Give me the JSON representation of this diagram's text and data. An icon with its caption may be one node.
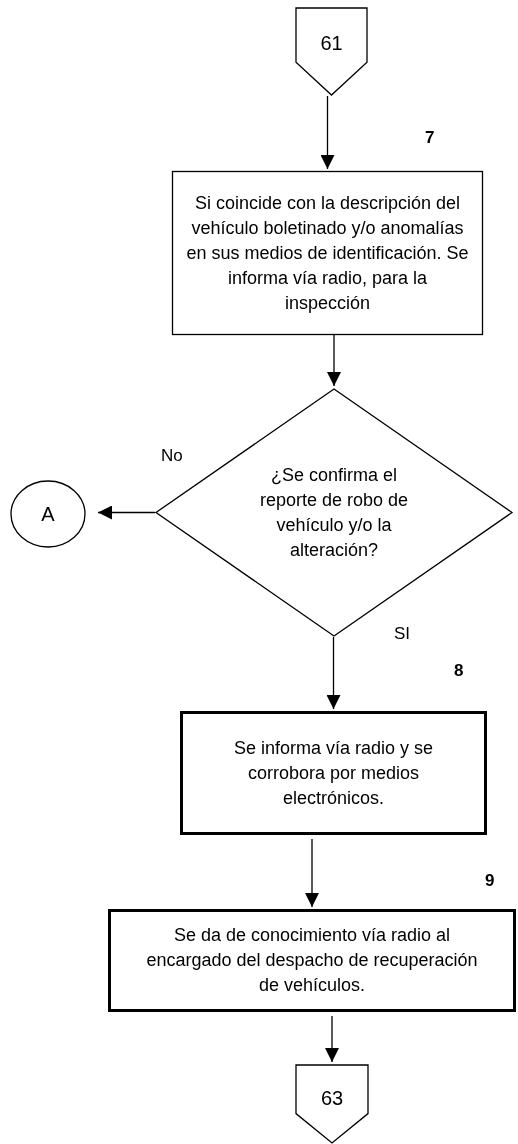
{
  "diagram": {
    "nodes": [
      {
        "text": [
          "61"
        ]
      },
      {
        "text": [
          "Si coincide con la descripción del vehículo boletinado y/o anomalías en sus medios de identificación. Se informa vía radio, para la inspección"
        ],
        "beside": [
          "7"
        ]
      },
      {
        "text": [
          "¿Se confirma el reporte de robo de vehículo y/o la alteración?"
        ]
      },
      {
        "text": [
          "A"
        ]
      },
      {
        "text": [
          "Se informa vía radio y se corrobora por medios electrónicos."
        ],
        "beside": [
          "8"
        ]
      },
      {
        "text": [
          "Se da de conocimiento vía radio al encargado del despacho de recuperación de vehículos."
        ],
        "beside": [
          "9"
        ]
      },
      {
        "text": [
          "63"
        ]
      }
    ],
    "edges": [
      {
        "from": 0,
        "to": 1,
        "arrow": "to"
      },
      {
        "from": 1,
        "to": 2,
        "arrow": "to"
      },
      {
        "from": 2,
        "to": 3,
        "arrow": "to",
        "label": "No"
      },
      {
        "from": 2,
        "to": 4,
        "arrow": "to",
        "label": "SI"
      },
      {
        "from": 4,
        "to": 5,
        "arrow": "to"
      },
      {
        "from": 5,
        "to": 6,
        "arrow": "to"
      }
    ]
  }
}
